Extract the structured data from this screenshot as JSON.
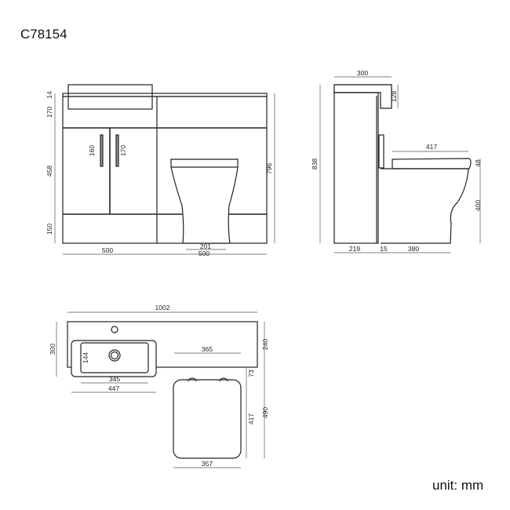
{
  "product_code": "C78154",
  "unit_label": "unit: mm",
  "front_view": {
    "heights": {
      "top_lip": "14",
      "top_panel": "170",
      "door_section": "458",
      "plinth": "150",
      "total": "796"
    },
    "handles": {
      "left_handle": "160",
      "right_handle": "170"
    },
    "widths": {
      "basin_unit": "500",
      "wc_unit": "500",
      "pan_base": "201"
    }
  },
  "side_view": {
    "basin_depth": "300",
    "basin_height": "128",
    "total_height": "838",
    "seat_length": "417",
    "seat_thickness": "48",
    "pan_height": "400",
    "cabinet_depth": "219",
    "gap": "15",
    "pan_projection": "380"
  },
  "plan_view": {
    "total_width": "1002",
    "basin_depth": "300",
    "bowl_depth": "144",
    "bowl_width": "345",
    "basin_width": "447",
    "wc_unit_depth": "240",
    "cistern_width": "365",
    "seat_offset": "73",
    "seat_depth": "417",
    "pan_total_depth": "490",
    "seat_width": "357"
  }
}
